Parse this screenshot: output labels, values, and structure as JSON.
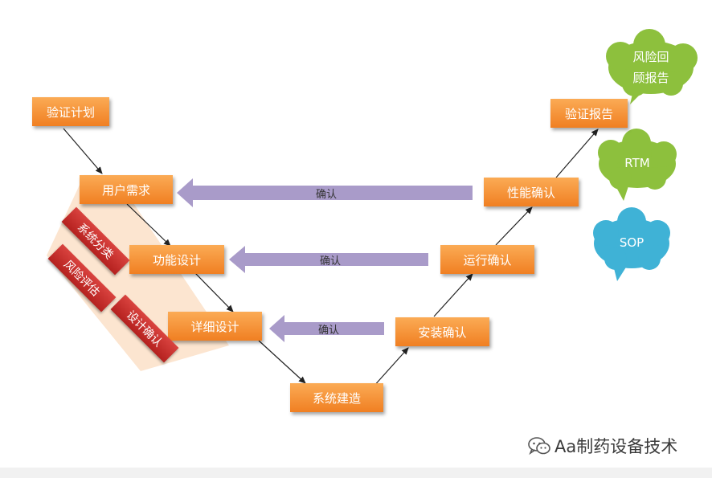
{
  "boxes": {
    "plan": "验证计划",
    "urs": "用户需求",
    "fds": "功能设计",
    "dds": "详细设计",
    "build": "系统建造",
    "iq": "安装确认",
    "oq": "运行确认",
    "pq": "性能确认",
    "report": "验证报告"
  },
  "tags": {
    "classify": "系统分类",
    "risk": "风险评估",
    "design_confirm": "设计确认"
  },
  "arrows": {
    "confirm_top": "确认",
    "confirm_mid": "确认",
    "confirm_low": "确认"
  },
  "bubbles": {
    "review_line1": "风险回",
    "review_line2": "顾报告",
    "rtm": "RTM",
    "sop": "SOP"
  },
  "watermark": "Aa制药设备技术",
  "colors": {
    "orange": "#f7922f",
    "red": "#c72c2a",
    "purple": "#a99bc9",
    "green": "#8dc03d",
    "blue": "#3fb2d6",
    "peach": "#fbe0c8"
  }
}
